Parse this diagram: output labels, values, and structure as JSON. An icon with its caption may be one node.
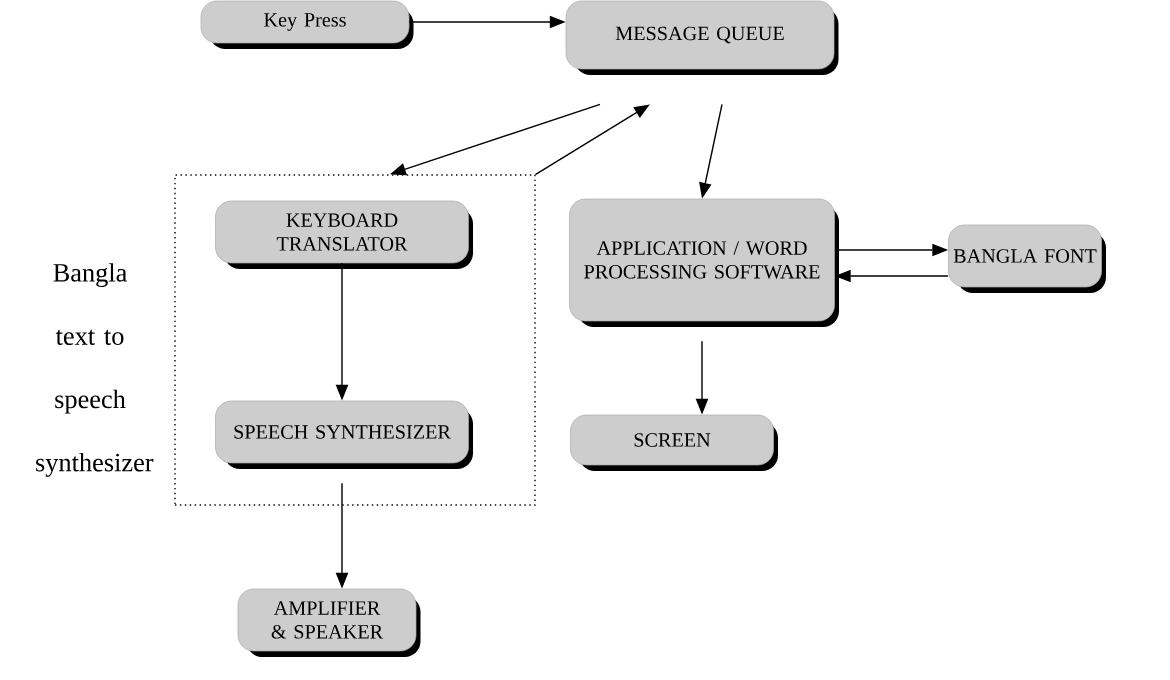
{
  "diagram": {
    "nodes": [
      {
        "text": [
          "Key Press"
        ]
      },
      {
        "text": [
          "MESSAGE QUEUE"
        ]
      },
      {
        "text": [],
        "shape": "box",
        "beside": [
          "Bangla text to speech synthesizer"
        ]
      },
      {
        "text": [
          "KEYBOARD TRANSLATOR"
        ],
        "in": 2
      },
      {
        "text": [
          "APPLICATION / WORD PROCESSING SOFTWARE"
        ]
      },
      {
        "text": [
          "BANGLA FONT"
        ]
      },
      {
        "text": [
          "SPEECH SYNTHESIZER"
        ],
        "in": 2
      },
      {
        "text": [
          "SCREEN"
        ]
      },
      {
        "text": [
          "AMPLIFIER & SPEAKER"
        ]
      }
    ],
    "edges": [
      {
        "from": 0,
        "to": 1,
        "arrow": "to"
      },
      {
        "from": 1,
        "to": 2,
        "arrow": "to"
      },
      {
        "from": 2,
        "to": 1,
        "arrow": "to"
      },
      {
        "from": 1,
        "to": 4,
        "arrow": "to"
      },
      {
        "from": 4,
        "to": 5,
        "arrow": "to"
      },
      {
        "from": 5,
        "to": 4,
        "arrow": "to"
      },
      {
        "from": 3,
        "to": 6,
        "arrow": "to"
      },
      {
        "from": 4,
        "to": 7,
        "arrow": "to"
      },
      {
        "from": 6,
        "to": 8,
        "arrow": "to"
      }
    ]
  }
}
